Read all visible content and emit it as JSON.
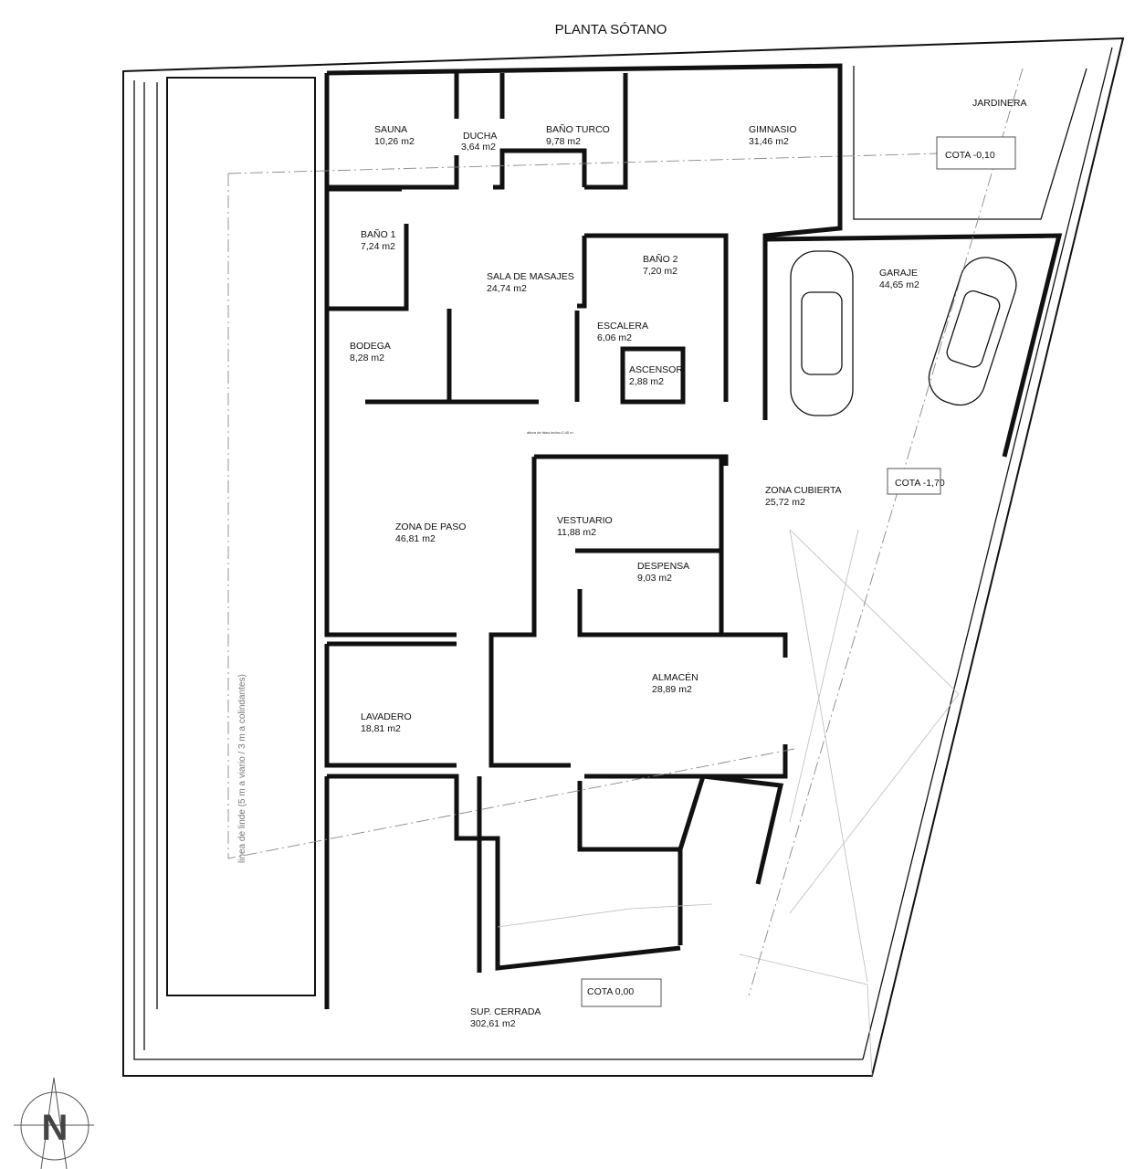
{
  "title": "PLANTA SÓTANO",
  "rooms": {
    "sauna": {
      "name": "SAUNA",
      "area": "10,26 m2"
    },
    "ducha": {
      "name": "DUCHA",
      "area": "3,64 m2"
    },
    "bano_turco": {
      "name": "BAÑO TURCO",
      "area": "9,78 m2"
    },
    "gimnasio": {
      "name": "GIMNASIO",
      "area": "31,46 m2"
    },
    "jardinera": {
      "name": "JARDINERA"
    },
    "bano1": {
      "name": "BAÑO 1",
      "area": "7,24 m2"
    },
    "sala_masajes": {
      "name": "SALA DE MASAJES",
      "area": "24,74 m2"
    },
    "bano2": {
      "name": "BAÑO 2",
      "area": "7,20  m2"
    },
    "garaje": {
      "name": "GARAJE",
      "area": "44,65 m2"
    },
    "bodega": {
      "name": "BODEGA",
      "area": "8,28 m2"
    },
    "escalera": {
      "name": "ESCALERA",
      "area": "6,06 m2"
    },
    "ascensor": {
      "name": "ASCENSOR",
      "area": "2,88 m2"
    },
    "zona_cubierta": {
      "name": "ZONA CUBIERTA",
      "area": "25,72 m2"
    },
    "zona_paso": {
      "name": "ZONA DE PASO",
      "area": "46,81 m2"
    },
    "vestuario": {
      "name": "VESTUARIO",
      "area": "11,88 m2"
    },
    "despensa": {
      "name": "DESPENSA",
      "area": "9,03 m2"
    },
    "almacen": {
      "name": "ALMACÉN",
      "area": "28,89 m2"
    },
    "lavadero": {
      "name": "LAVADERO",
      "area": "18,81 m2"
    }
  },
  "levels": {
    "cota_jardinera": "COTA -0,10",
    "cota_garaje": "COTA -1,70",
    "cota_acceso": "COTA 0,00"
  },
  "notes": {
    "falso_techo": "altura de falso techo=2,40 m",
    "linde": "linea de linde (5 m a viario / 3 m a colindantes)"
  },
  "summary": {
    "label": "SUP. CERRADA",
    "area": "302,61 m2"
  },
  "compass": {
    "letter": "N"
  },
  "colors": {
    "ink": "#111111",
    "light_line": "#bbbbbb"
  }
}
